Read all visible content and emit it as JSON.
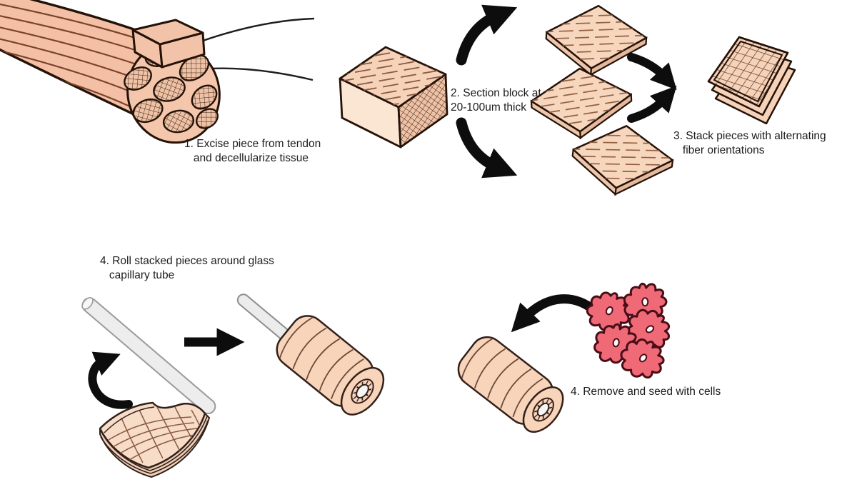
{
  "steps": [
    {
      "label": "1. Excise piece from tendon\n   and decellularize tissue"
    },
    {
      "label": "2. Section block at\n20-100um thick"
    },
    {
      "label": "3. Stack pieces with alternating\n   fiber orientations"
    },
    {
      "label": "4. Roll stacked pieces around glass\n   capillary tube"
    },
    {
      "label": "4. Remove and seed with cells"
    }
  ],
  "illustrations": [
    "tendon-with-cross-section",
    "excised-block-icon",
    "tissue-block",
    "tissue-section-slab",
    "stacked-sections",
    "glass-capillary-tube",
    "curved-tissue-stack",
    "rolled-tissue-on-tube",
    "rolled-tissue-scaffold",
    "cell-icon",
    "curved-arrow-icon",
    "right-arrow-icon",
    "rotation-arrow-icon"
  ],
  "colors": {
    "tissue_light": "#f6d2b9",
    "tissue_front": "#fbe6d4",
    "tendon_body": "#f3c0a5",
    "outline": "#241208",
    "fiber_line": "#8a5a42",
    "arrow": "#0d0d0d",
    "glass": "#ededed",
    "cell_fill": "#ef6a76",
    "cell_outline": "#4a0d18",
    "background": "#ffffff"
  }
}
